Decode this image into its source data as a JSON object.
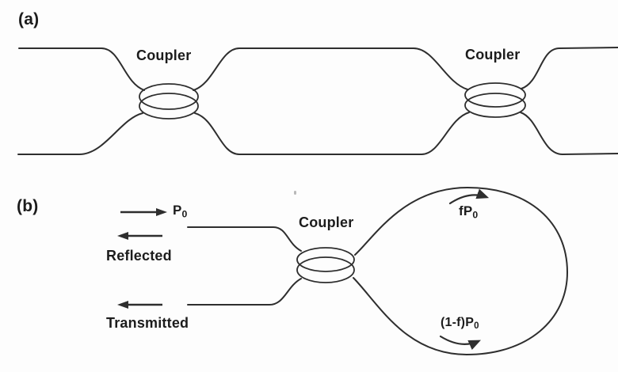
{
  "figure": {
    "colors": {
      "background": "#fdfdfd",
      "line": "#2e2e2e",
      "text": "#1c1c1c"
    },
    "panel_a": {
      "label": "(a)",
      "couplers": [
        {
          "label": "Coupler"
        },
        {
          "label": "Coupler"
        }
      ]
    },
    "panel_b": {
      "label": "(b)",
      "coupler_label": "Coupler",
      "input_power": {
        "base": "P",
        "sub": "0"
      },
      "reflected_label": "Reflected",
      "transmitted_label": "Transmitted",
      "loop_clockwise_power": {
        "base": "fP",
        "sub": "0"
      },
      "loop_counterclockwise_power": {
        "base": "(1-f)P",
        "sub": "0"
      }
    }
  }
}
